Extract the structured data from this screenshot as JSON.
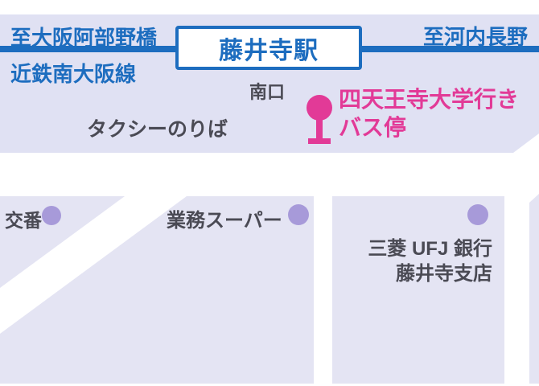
{
  "colors": {
    "accent_blue": "#1d6dbf",
    "accent_pink": "#e23a97",
    "area_fill": "#e0e1f3",
    "block_fill": "#e4e4f3",
    "dot_purple": "#a79ad9",
    "text_gray": "#4a4a54",
    "road_white": "#ffffff"
  },
  "railway": {
    "direction_left": "至大阪阿部野橋",
    "direction_right": "至河内長野",
    "line_name": "近鉄南大阪線",
    "station_name": "藤井寺駅"
  },
  "station_area": {
    "south_exit": "南口",
    "taxi_stand": "タクシーのりば",
    "bus_stop": {
      "line1": "四天王寺大学行き",
      "line2": "バス停"
    }
  },
  "landmarks": [
    {
      "label": "交番"
    },
    {
      "label": "業務スーパー"
    },
    {
      "label_line1": "三菱 UFJ 銀行",
      "label_line2": "藤井寺支店"
    }
  ]
}
